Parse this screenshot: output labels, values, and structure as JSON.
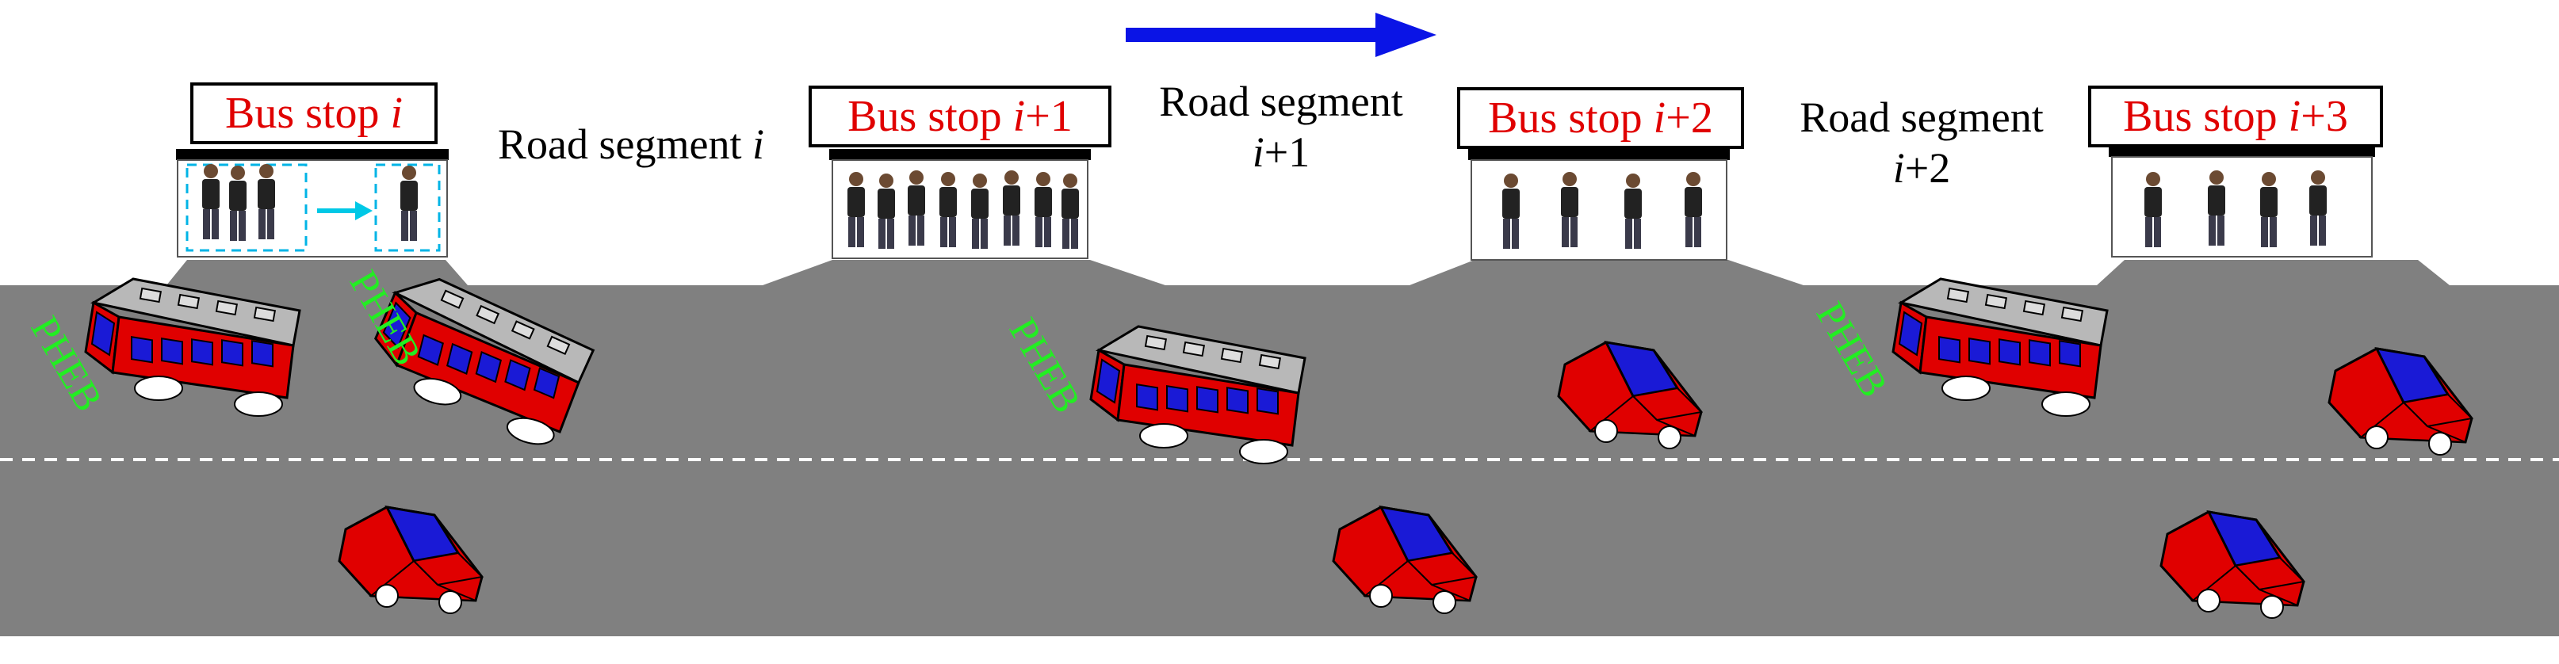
{
  "direction_arrow": {
    "color": "#0a14e6",
    "icon": "arrow-right-icon"
  },
  "bus_stops": [
    {
      "prefix": "Bus stop ",
      "index": "i",
      "suffix": ""
    },
    {
      "prefix": "Bus stop ",
      "index": "i",
      "suffix": "+1"
    },
    {
      "prefix": "Bus stop ",
      "index": "i",
      "suffix": "+2"
    },
    {
      "prefix": "Bus stop ",
      "index": "i",
      "suffix": "+3"
    }
  ],
  "road_segments": [
    {
      "line1": "Road segment ",
      "line1_index": "i",
      "line2_index": "",
      "line2_suffix": ""
    },
    {
      "line1": "Road segment",
      "line1_index": "",
      "line2_index": "i",
      "line2_suffix": "+1"
    },
    {
      "line1": "Road segment",
      "line1_index": "",
      "line2_index": "i",
      "line2_suffix": "+2"
    }
  ],
  "vehicles": {
    "bus_label": "PHEB",
    "bus_label_color": "#22ee22",
    "vehicle_color": "#e00000",
    "window_color": "#1a1ad6",
    "roof_color": "#b8b8b8"
  },
  "colors": {
    "road": "#808080",
    "lane_marking": "#ffffff",
    "stop_label_text": "#e00000",
    "passenger_arrow": "#00c8e6"
  }
}
